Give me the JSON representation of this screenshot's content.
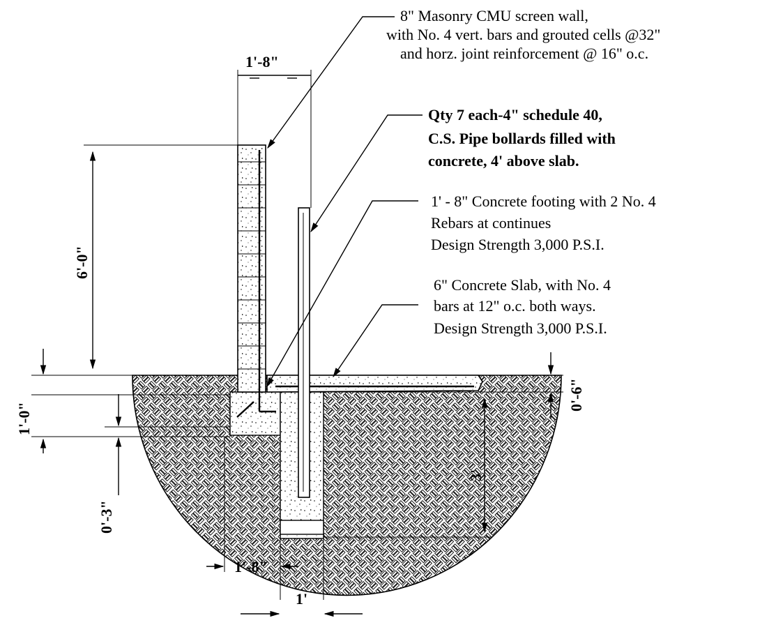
{
  "notes": {
    "cmu_wall": [
      "8\" Masonry CMU screen wall,",
      "with No. 4 vert. bars and grouted cells @32\"",
      "and  horz. joint reinforcement @ 16\" o.c."
    ],
    "bollards": [
      "Qty 7 each-4\" schedule 40,",
      "C.S. Pipe bollards filled with",
      "concrete, 4' above slab."
    ],
    "footing": [
      "1' - 8\" Concrete footing  with 2 No. 4",
      "Rebars at continues",
      "Design Strength 3,000 P.S.I."
    ],
    "slab": [
      "6\" Concrete Slab, with No. 4",
      "bars at 12\" o.c. both ways.",
      "Design Strength 3,000 P.S.I."
    ]
  },
  "dimensions": {
    "wall_width_top": "1'-8\"",
    "wall_height": "6'-0\"",
    "footing_depth": "1'-0\"",
    "footing_offset": "0'-3\"",
    "slab_thickness": "0'-6\"",
    "bollard_embed": "3'",
    "footing_width_bottom": "1'-8\"",
    "bollard_footing_width": "1'"
  }
}
